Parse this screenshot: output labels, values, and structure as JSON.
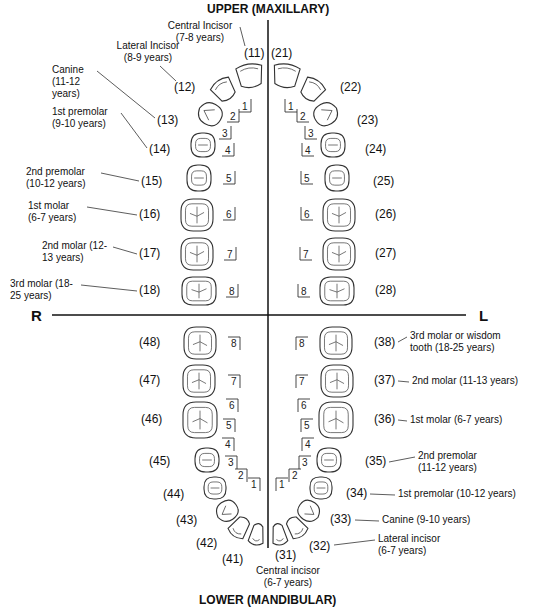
{
  "diagram": {
    "labels": [
      "UPPER (MAXILLARY)",
      "Central Incisor (7-8 years)",
      "Lateral Incisor (8-9 years)",
      "Canine (11-12 years)",
      "1st premolar (9-10 years)",
      "2nd premolar (10-12 years)",
      "1st molar (6-7 years)",
      "2nd molar (12-13 years)",
      "3rd molar (18-25 years)",
      "(11)",
      "(12)",
      "(13)",
      "(14)",
      "(15)",
      "(16)",
      "(17)",
      "(18)",
      "(21)",
      "(22)",
      "(23)",
      "(24)",
      "(25)",
      "(26)",
      "(27)",
      "(28)",
      "1",
      "2",
      "3",
      "4",
      "5",
      "6",
      "7",
      "8",
      "1",
      "2",
      "3",
      "4",
      "5",
      "6",
      "7",
      "8",
      "R",
      "L",
      "1",
      "2",
      "3",
      "4",
      "5",
      "6",
      "7",
      "8",
      "1",
      "2",
      "3",
      "4",
      "5",
      "6",
      "7",
      "8",
      "(41)",
      "(42)",
      "(43)",
      "(44)",
      "(45)",
      "(46)",
      "(47)",
      "(48)",
      "(31)",
      "(32)",
      "(33)",
      "(34)",
      "(35)",
      "(36)",
      "(37)",
      "(38)",
      "3rd molar or wisdom tooth (18-25 years)",
      "2nd molar (11-13 years)",
      "1st molar (6-7 years)",
      "2nd premolar (11-12 years)",
      "1st premolar (10-12 years)",
      "Canine (9-10 years)",
      "Lateral incisor (6-7 years)",
      "Central incisor (6-7 years)",
      "LOWER (MANDIBULAR)"
    ]
  }
}
